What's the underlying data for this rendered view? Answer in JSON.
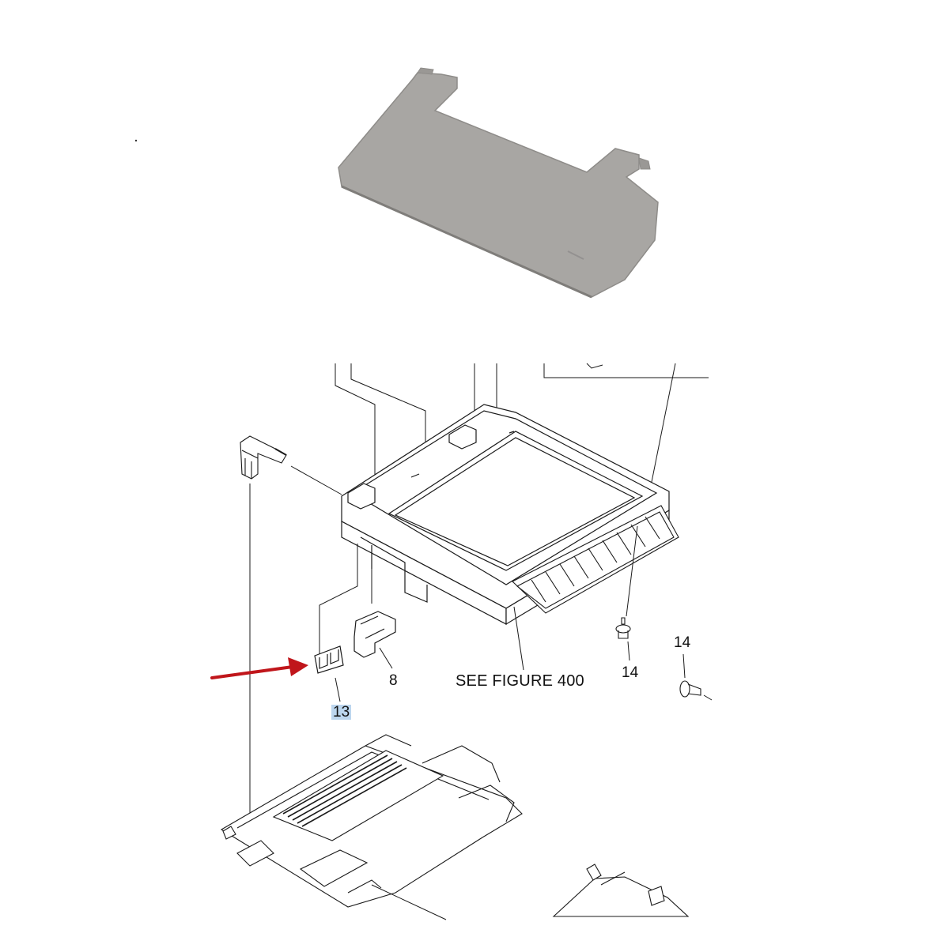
{
  "colors": {
    "line": "#1a1a1a",
    "part_fill": "#ffffff",
    "tray_fill": "#a8a6a3",
    "tray_edge": "#8e8c89",
    "arrow": "#c0161b",
    "highlight": "#bcd6ee"
  },
  "part_photo": {
    "name": "gray output tray extension",
    "icon": "tray-photo"
  },
  "callouts": {
    "part_8": "8",
    "part_13": "13",
    "part_14_top": "14",
    "part_14_bottom": "14"
  },
  "see_figure": "SEE FIGURE 400",
  "highlighted_callout": "13"
}
